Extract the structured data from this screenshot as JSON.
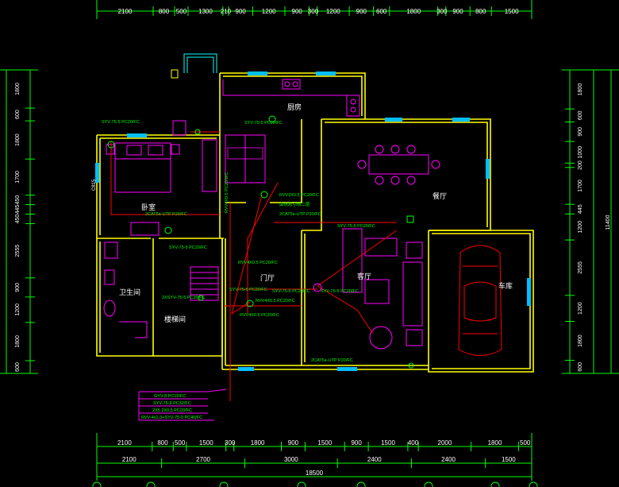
{
  "dims": {
    "top": [
      "2100",
      "800",
      "500",
      "1300",
      "210",
      "900",
      "1200",
      "900",
      "300",
      "1200",
      "900",
      "600",
      "1800",
      "300",
      "900",
      "800",
      "1500"
    ],
    "bottom1": [
      "2100",
      "800",
      "500",
      "1500",
      "300",
      "1800",
      "900",
      "1500",
      "900",
      "1500",
      "400",
      "2000",
      "1800",
      "500"
    ],
    "bottom2": [
      "2100",
      "2700",
      "3000",
      "2400",
      "2400",
      "1500"
    ],
    "total": "18500",
    "left": [
      "1800",
      "600",
      "1800",
      "1700",
      "450",
      "445",
      "450",
      "2555",
      "900",
      "1200",
      "1800",
      "600"
    ],
    "right": [
      "1800",
      "600",
      "900",
      "1000",
      "200",
      "1700",
      "445",
      "1200",
      "2555",
      "1200",
      "1800",
      "600"
    ],
    "right_total": "11400"
  },
  "rooms": {
    "kitchen": "厨房",
    "dining": "餐厅",
    "bedroom": "卧室",
    "bathroom": "卫生间",
    "stair": "楼梯间",
    "foyer": "门厅",
    "living": "客厅",
    "garage": "车库"
  },
  "cables": {
    "bedroom_tv": "SYV-75-5 PC20/FC",
    "bedroom_net": "2CAT5e-UTP P20/FC",
    "kitchen_feed": "SYV-75-5 PC20/FC",
    "phone_a": "RVV2X0.5 PC20/FC",
    "phone_a_note": "由信息引线二层",
    "net_a": "2CAT5e-UTP P20/FC",
    "dining_tv": "SYV-75-5 PC20/FC",
    "bed_tv2": "SYV-75-5 PC20/FC",
    "stair_tv": "2XSYV-75-5 PC20/FC",
    "vertical": "RVV4X0.5 PC20/WC",
    "foyer_1": "RVV4X0.5 PC20/FC",
    "foyer_2": "SYV-75-5 PC20/FC",
    "foyer_3": "RVV4X0.5 PC20/FC",
    "foyer_4": "RVV4X0.5 PC20/FC",
    "living_tv1": "SYV-75-5 PC20/FC",
    "living_tv2": "SYV-75-5 PC20/FC",
    "living_net": "2CAT5e-UTP P20/FC",
    "c815": "C815"
  },
  "entry_lines": [
    "GYV-8 PC15/FC",
    "SYV-75-9 PC32/FC",
    "2X5 2X0.5 PC20/FC",
    "RVV-4x1.0+SYV-75-9 PC40/FC"
  ],
  "colors": {
    "bg": "#000000",
    "dim": "#00ff00",
    "wall": "#ffff00",
    "furniture": "#ff00ff",
    "wiring": "#ff0000",
    "window": "#00bfff",
    "label": "#00ff00",
    "text": "#ffffff"
  }
}
